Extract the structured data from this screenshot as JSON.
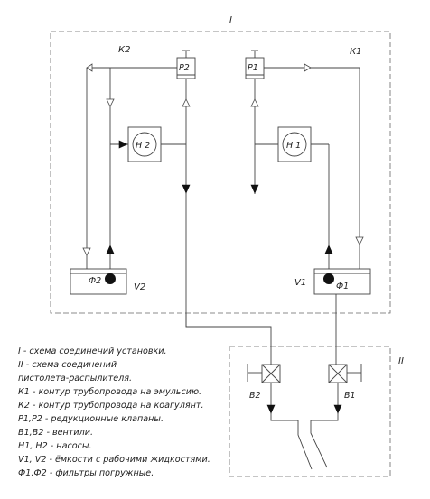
{
  "labels": {
    "section1": "I",
    "section2": "II",
    "k1": "К1",
    "k2": "К2",
    "p1": "Р1",
    "p2": "Р2",
    "n1": "Н 1",
    "n2": "Н 2",
    "v1": "V1",
    "v2": "V2",
    "f1": "Ф1",
    "f2": "Ф2",
    "b1": "В1",
    "b2": "В2"
  },
  "legend": [
    "I - схема соединений установки.",
    "II - схема соединений",
    "пистолета-распылителя.",
    "К1 - контур трубопровода на эмульсию.",
    "К2 - контур трубопровода на коагулянт.",
    "Р1,Р2 - редукционные клапаны.",
    "В1,В2 - вентили.",
    "Н1, Н2 - насосы.",
    "V1, V2 - ёмкости с рабочими жидкостями.",
    "Ф1,Ф2 - фильтры погружные."
  ]
}
